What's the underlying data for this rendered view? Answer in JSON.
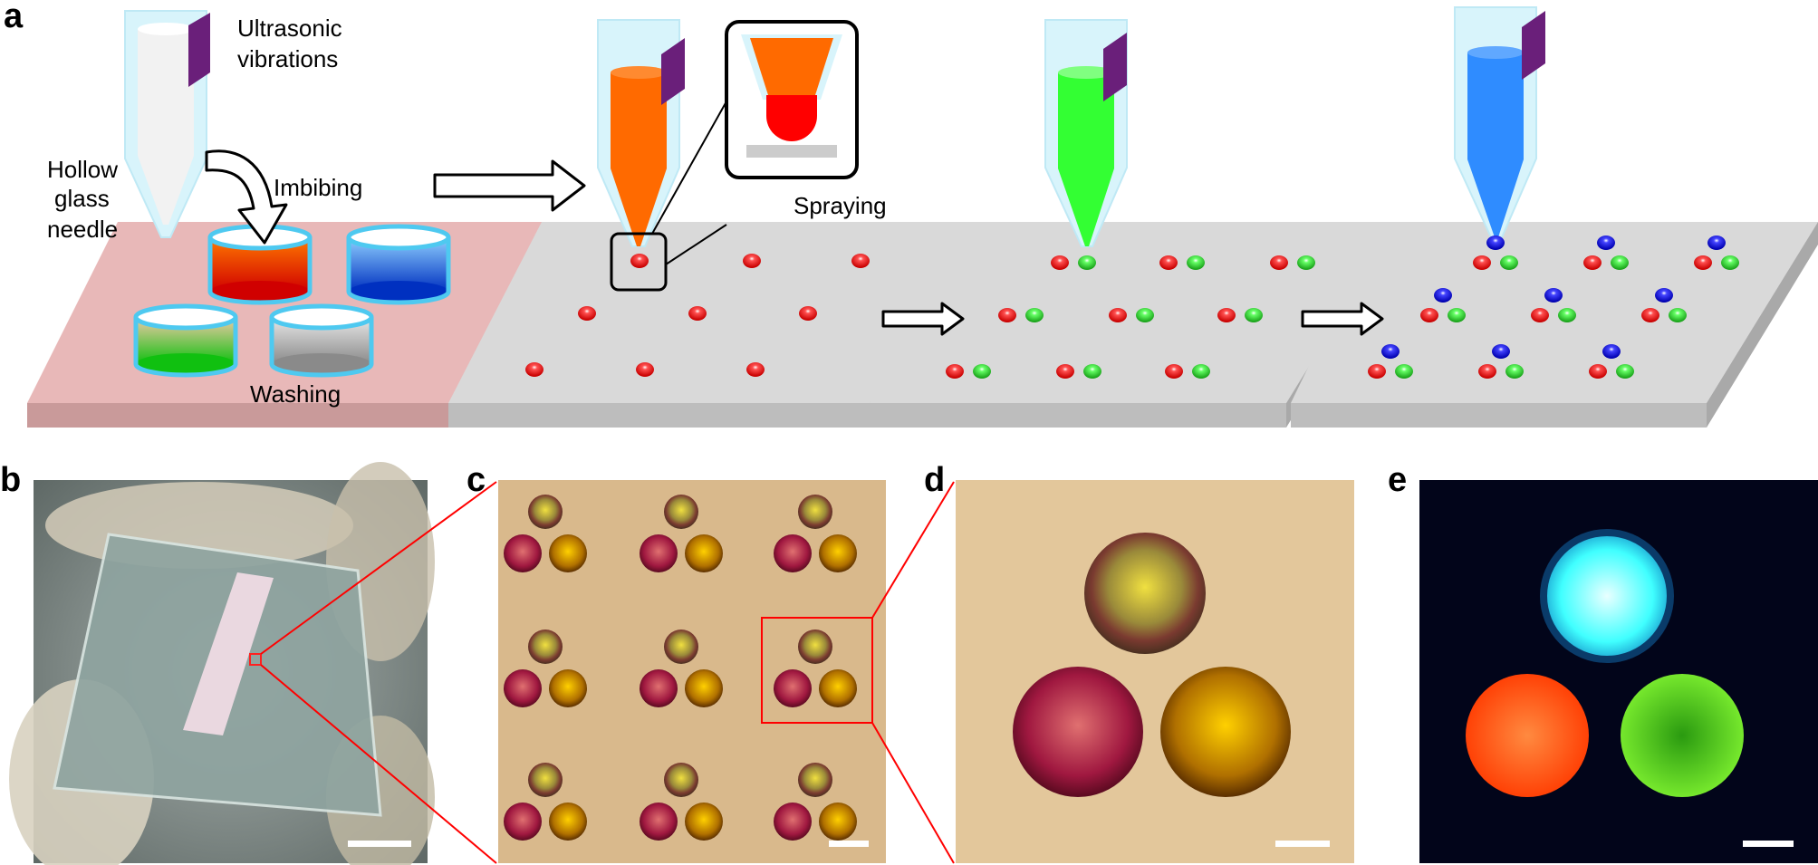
{
  "panel_labels": {
    "a": "a",
    "b": "b",
    "c": "c",
    "d": "d",
    "e": "e"
  },
  "labels": {
    "ultrasonic": [
      "Ultrasonic",
      "vibrations"
    ],
    "needle": [
      "Hollow",
      "glass",
      "needle"
    ],
    "imbibing": "Imbibing",
    "washing": "Washing",
    "spraying": "Spraying"
  },
  "colors": {
    "red_ink": "#ff0000",
    "orange_ink": "#ff6a00",
    "green_ink": "#33ff33",
    "blue_ink": "#2f8cff",
    "pink_platform": "#e8b8b8",
    "gray_platform": "#d9d9d9",
    "piezo": "#6a1f7a",
    "fluor_cyan": "#40ffff",
    "fluor_orange": "#ff4a10",
    "fluor_green": "#5ee62a"
  },
  "icons": [
    "curved-arrow-icon",
    "right-arrow-icon"
  ]
}
